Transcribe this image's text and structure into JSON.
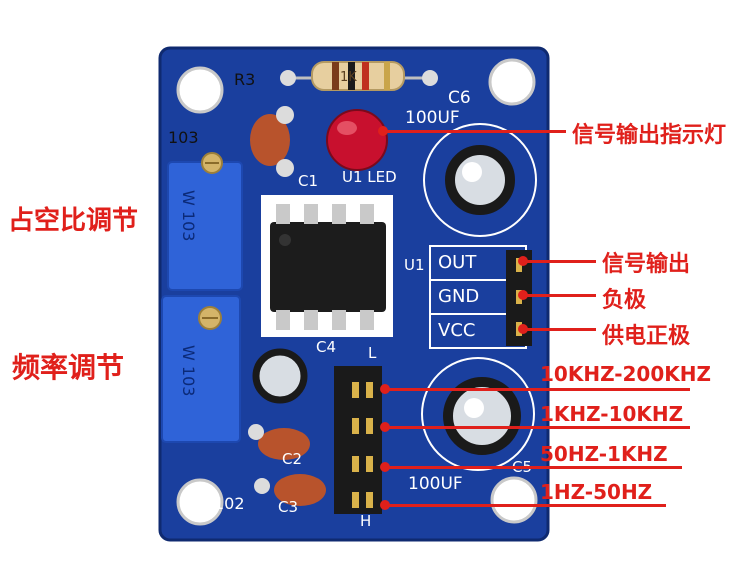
{
  "board": {
    "silkscreen": {
      "r3": "R3",
      "c6": "C6",
      "c6_value": "100UF",
      "pot_top_code": "103",
      "pot_top_text": "W 103",
      "pot_bottom_text": "W 103",
      "c1": "C1",
      "u1_led": "U1 LED",
      "u1": "U1",
      "c4": "C4",
      "l": "L",
      "h": "H",
      "c2": "C2",
      "c5_value": "100UF",
      "c5": "C5",
      "c3_code": "102",
      "c3": "C3",
      "resistor_text": "1K"
    },
    "pins": {
      "out": "OUT",
      "gnd": "GND",
      "vcc": "VCC"
    }
  },
  "callouts": {
    "led": "信号输出指示灯",
    "duty": "占空比调节",
    "freq": "频率调节",
    "signal_out": "信号输出",
    "negative": "负极",
    "power_positive": "供电正极",
    "range1": "10KHZ-200KHZ",
    "range2": "1KHZ-10KHZ",
    "range3": "50HZ-1KHZ",
    "range4": "1HZ-50HZ"
  },
  "colors": {
    "pcb": "#1a3f9e",
    "callout_red": "#e0201b",
    "potentiometer_blue": "#2f63d8"
  }
}
